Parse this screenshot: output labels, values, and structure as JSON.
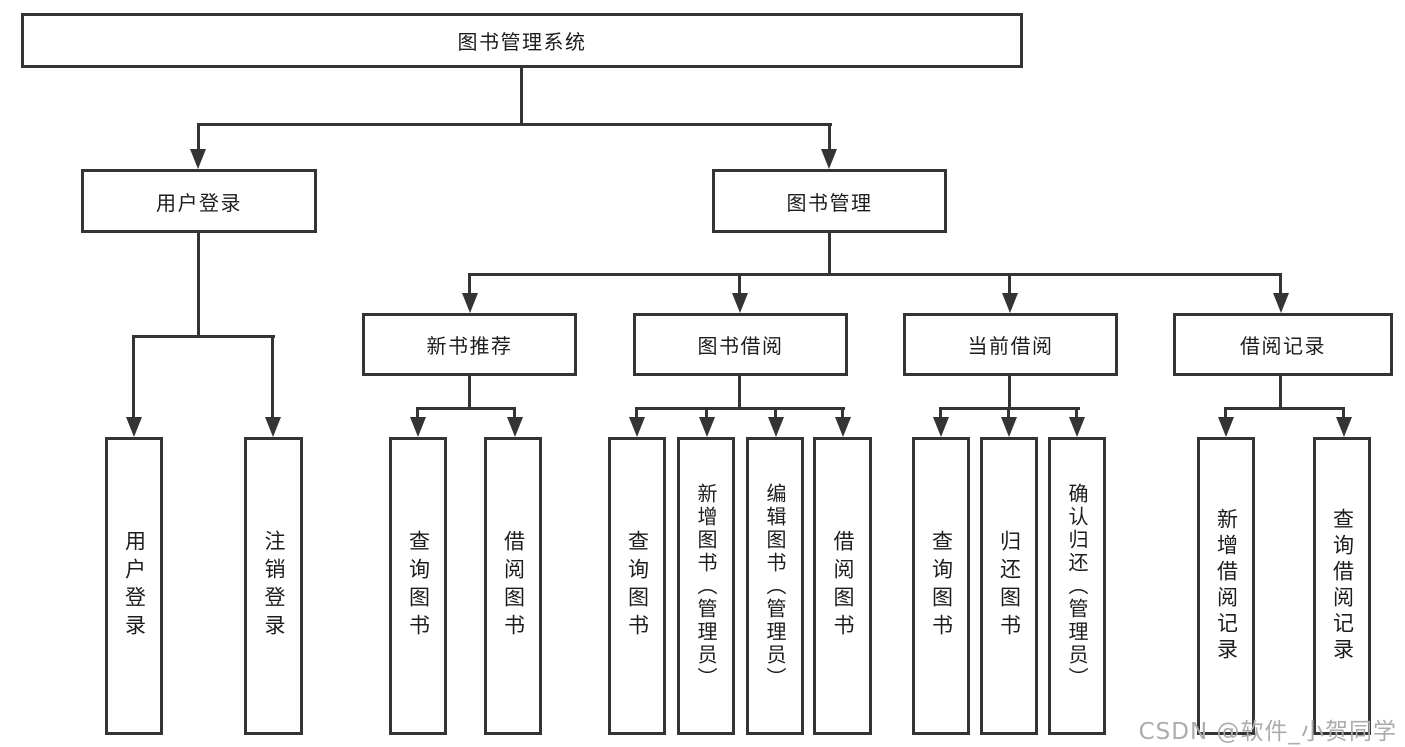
{
  "diagram": {
    "root": "图书管理系统",
    "level2": {
      "user_login": "用户登录",
      "book_mgmt": "图书管理"
    },
    "level3": {
      "new_books": "新书推荐",
      "book_borrow": "图书借阅",
      "current_borrow": "当前借阅",
      "borrow_records": "借阅记录"
    },
    "leaves": {
      "user_login": [
        "用户登录",
        "注销登录"
      ],
      "new_books": [
        "查询图书",
        "借阅图书"
      ],
      "book_borrow": [
        "查询图书",
        "新增图书（管理员）",
        "编辑图书（管理员）",
        "借阅图书"
      ],
      "current_borrow": [
        "查询图书",
        "归还图书",
        "确认归还（管理员）"
      ],
      "borrow_records": [
        "新增借阅记录",
        "查询借阅记录"
      ]
    },
    "watermark": "CSDN @软件_小贺同学",
    "colors": {
      "line": "#343434",
      "text": "#1d1d1d",
      "watermark": "#acacac",
      "background": "#ffffff"
    }
  }
}
